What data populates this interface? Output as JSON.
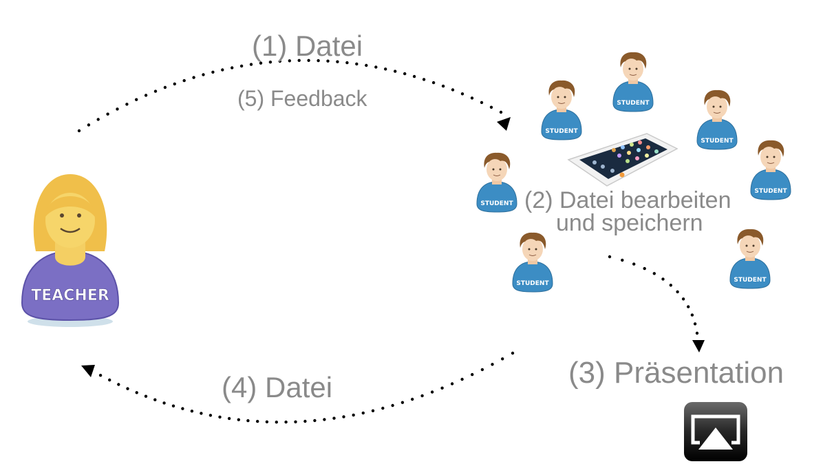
{
  "labels": {
    "step1": "(1) Datei",
    "step5": "(5) Feedback",
    "step2_line1": "(2) Datei bearbeiten",
    "step2_line2": "und speichern",
    "step3": "(3) Präsentation",
    "step4": "(4) Datei"
  },
  "teacher": {
    "label": "TEACHER",
    "icon": "teacher-avatar-icon"
  },
  "students": [
    {
      "label": "STUDENT"
    },
    {
      "label": "STUDENT"
    },
    {
      "label": "STUDENT"
    },
    {
      "label": "STUDENT"
    },
    {
      "label": "STUDENT"
    },
    {
      "label": "STUDENT"
    },
    {
      "label": "STUDENT"
    }
  ],
  "device": {
    "icon": "ipad-icon"
  },
  "presentation": {
    "icon": "airplay-icon"
  },
  "colors": {
    "label_text": "#8a8a8a",
    "teacher_shirt": "#7b6fc4",
    "teacher_hair": "#f2c14e",
    "student_shirt": "#3c8dc4",
    "student_hair": "#8a5a2b",
    "arrow": "#000000"
  }
}
